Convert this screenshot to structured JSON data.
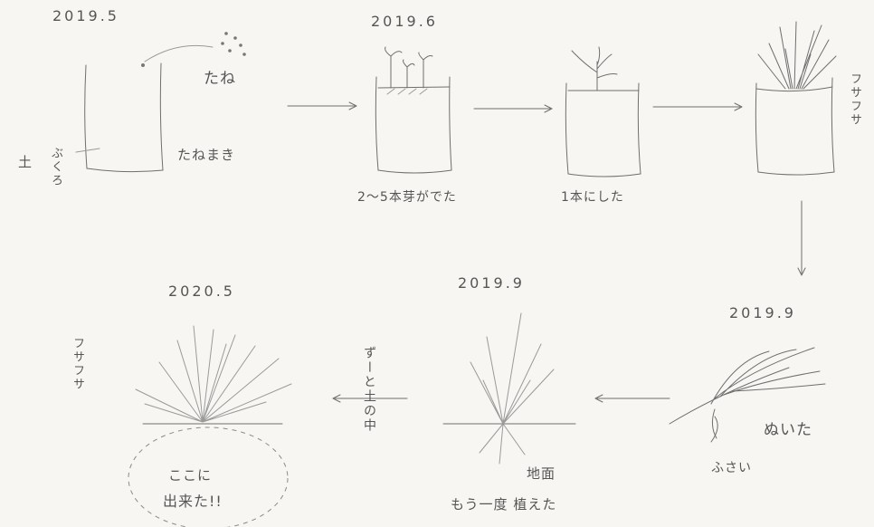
{
  "steps": {
    "sow": {
      "date": "2019.5",
      "seed_label": "たね",
      "sowing_label": "たねまき",
      "soil_label": "土",
      "bag_label": "ぶくろ"
    },
    "sprout": {
      "date": "2019.6",
      "caption": "2〜5本芽がでた"
    },
    "thin": {
      "caption": "1本にした"
    },
    "fluffy": {
      "side_label": "フサフサ"
    },
    "pulled": {
      "date": "2019.9",
      "pulled_label": "ぬいた",
      "small_label": "ふさい"
    },
    "replant": {
      "date": "2019.9",
      "ground_label": "地面",
      "caption": "もう一度 植えた",
      "underground_note": "ずーと土の中"
    },
    "result": {
      "date": "2020.5",
      "fluffy_label": "フサフサ",
      "here_label": "ここに",
      "made_label": "出来た!!"
    }
  }
}
